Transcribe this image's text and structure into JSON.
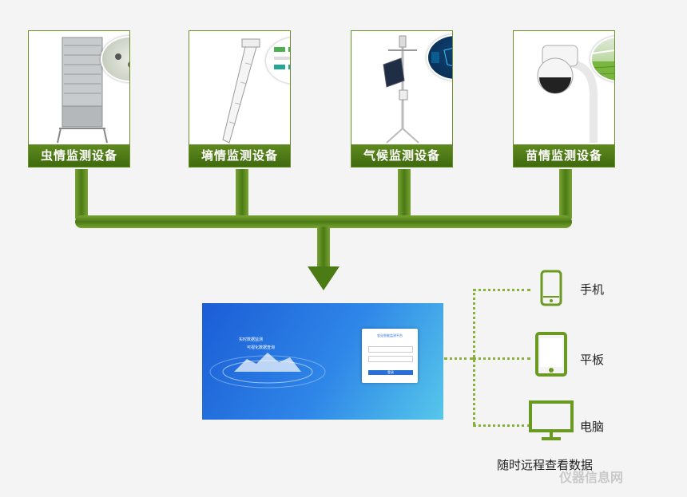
{
  "devices": [
    {
      "label": "虫情监测设备"
    },
    {
      "label": "墒情监测设备"
    },
    {
      "label": "气候监测设备"
    },
    {
      "label": "苗情监测设备"
    }
  ],
  "platform": {
    "slogan_1": "实时数据监测",
    "slogan_2": "可视化数据查询",
    "login_title": "农业智能监测平台",
    "login_button": "登录"
  },
  "terminals": [
    {
      "label": "手机",
      "icon": "phone-icon"
    },
    {
      "label": "平板",
      "icon": "tablet-icon"
    },
    {
      "label": "电脑",
      "icon": "monitor-icon"
    }
  ],
  "footer": "随时远程查看数据",
  "watermark": "仪器信息网",
  "colors": {
    "accent": "#5f8a1f",
    "platform_blue": "#2f87e8"
  }
}
